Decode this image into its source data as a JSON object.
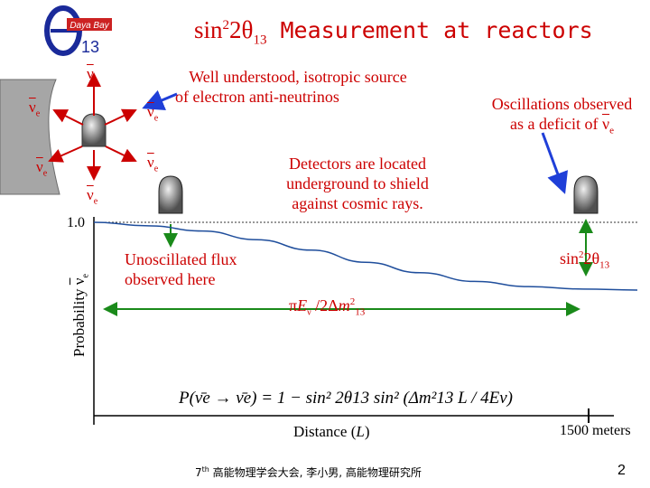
{
  "logo": {
    "text": "Daya Bay",
    "digits": "13"
  },
  "title": {
    "prefix": "sin",
    "sup": "2",
    "theta": "2θ",
    "sub": "13",
    "rest": " Measurement at reactors"
  },
  "neutrino": {
    "symbol": "ν",
    "flavor": "e"
  },
  "source_text": {
    "line1": "Well understood, isotropic source",
    "line2": "of electron anti-neutrinos"
  },
  "oscillation_text": {
    "line1": "Oscillations observed",
    "line2": "as a deficit of"
  },
  "detector_text": {
    "line1": "Detectors are located",
    "line2": "underground to shield",
    "line3": "against cosmic rays."
  },
  "unoscillated_text": {
    "line1": "Unoscillated flux",
    "line2": "observed here"
  },
  "axis": {
    "y_tick": "1.0",
    "y_label_prefix": "Probability",
    "x_label_prefix": "Distance (",
    "x_label_var": "L",
    "x_label_suffix": ")",
    "x_end_label": "1500 meters"
  },
  "amplitude_label": {
    "prefix": "sin",
    "sup": "2",
    "mid": "2θ",
    "sub": "13"
  },
  "length_label": {
    "pi": "π",
    "e": "E",
    "nu_sub": "ν",
    "slash": " /2Δ",
    "m": "m",
    "sup": "2",
    "sub": "13"
  },
  "formula": "P(ν̄e → ν̄e) = 1 − sin² 2θ13 sin² (Δm²13 L / 4Eν)",
  "footer": {
    "pre": "7",
    "th": "th",
    "rest": " 高能物理学会大会, 李小男, 高能物理研究所"
  },
  "page_number": "2",
  "chart_data": {
    "type": "line",
    "x": [
      0,
      0.1,
      0.2,
      0.3,
      0.4,
      0.5,
      0.6,
      0.7,
      0.8,
      0.9,
      1.0
    ],
    "series": [
      {
        "values": [
          1.0,
          0.99,
          0.975,
          0.95,
          0.92,
          0.885,
          0.855,
          0.83,
          0.815,
          0.808,
          0.805
        ]
      }
    ],
    "xlabel": "Distance (L)",
    "ylabel": "Probability ν̄e",
    "ylim": [
      0,
      1.0
    ],
    "colors": {
      "curve": "#1f4e9c",
      "arrow": "#1a8a1a",
      "pointer": "#1f3fd8",
      "text_red": "#cc0000"
    }
  }
}
